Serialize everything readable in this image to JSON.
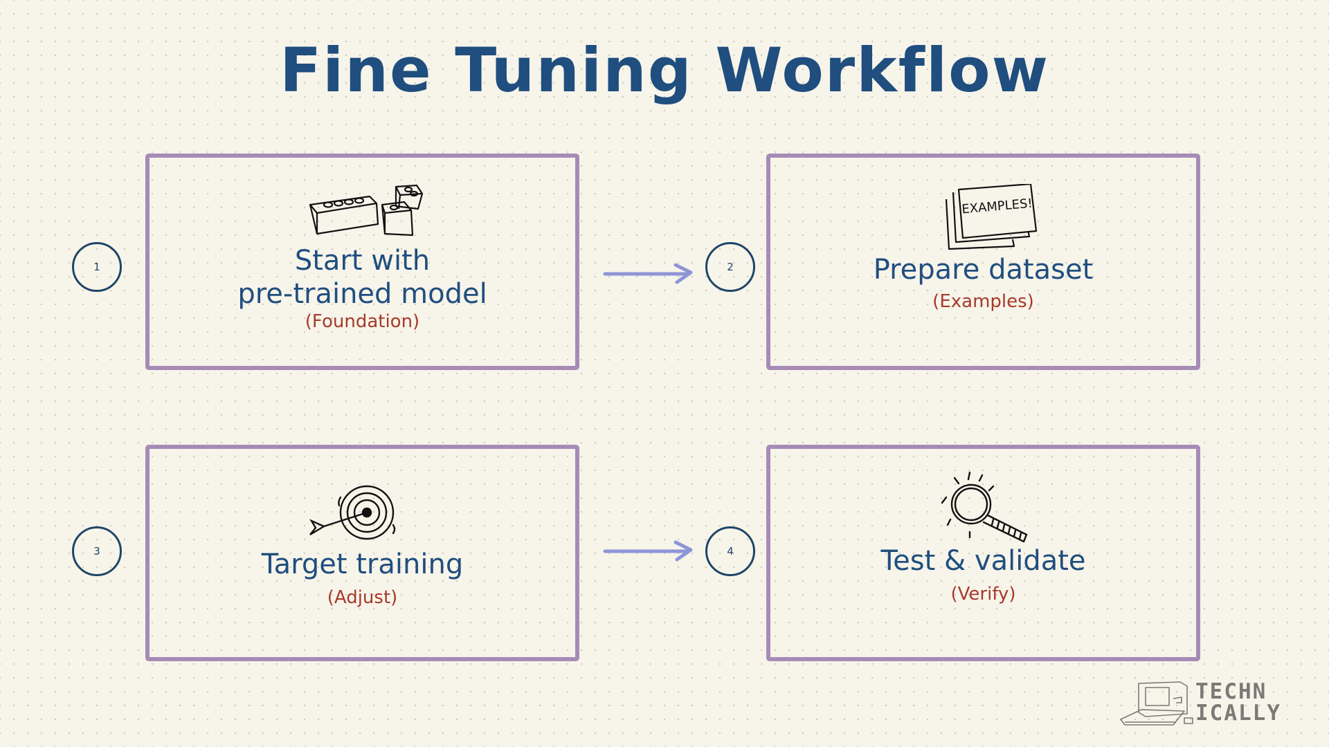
{
  "title": "Fine Tuning Workflow",
  "colors": {
    "background": "#f7f4ea",
    "title": "#1f4e7f",
    "box_border": "#a68bb6",
    "arrow": "#8e95d6",
    "step_circle": "#1f4566",
    "subtitle": "#a63a2a",
    "logo": "#7a7a76"
  },
  "steps": [
    {
      "number": "1",
      "label_line1": "Start with",
      "label_line2": "pre-trained model",
      "sublabel": "(Foundation)",
      "icon": "lego-bricks-icon"
    },
    {
      "number": "2",
      "label_line1": "Prepare dataset",
      "sublabel": "(Examples)",
      "icon": "example-cards-icon",
      "icon_text": "EXAMPLES!"
    },
    {
      "number": "3",
      "label_line1": "Target training",
      "sublabel": "(Adjust)",
      "icon": "target-dart-icon"
    },
    {
      "number": "4",
      "label_line1": "Test & validate",
      "sublabel": "(Verify)",
      "icon": "magnifying-glass-icon"
    }
  ],
  "arrows": [
    {
      "from": "1",
      "to": "2"
    },
    {
      "from": "3",
      "to": "4"
    }
  ],
  "logo": {
    "line1": "TECHN",
    "line2": "ICALLY"
  }
}
